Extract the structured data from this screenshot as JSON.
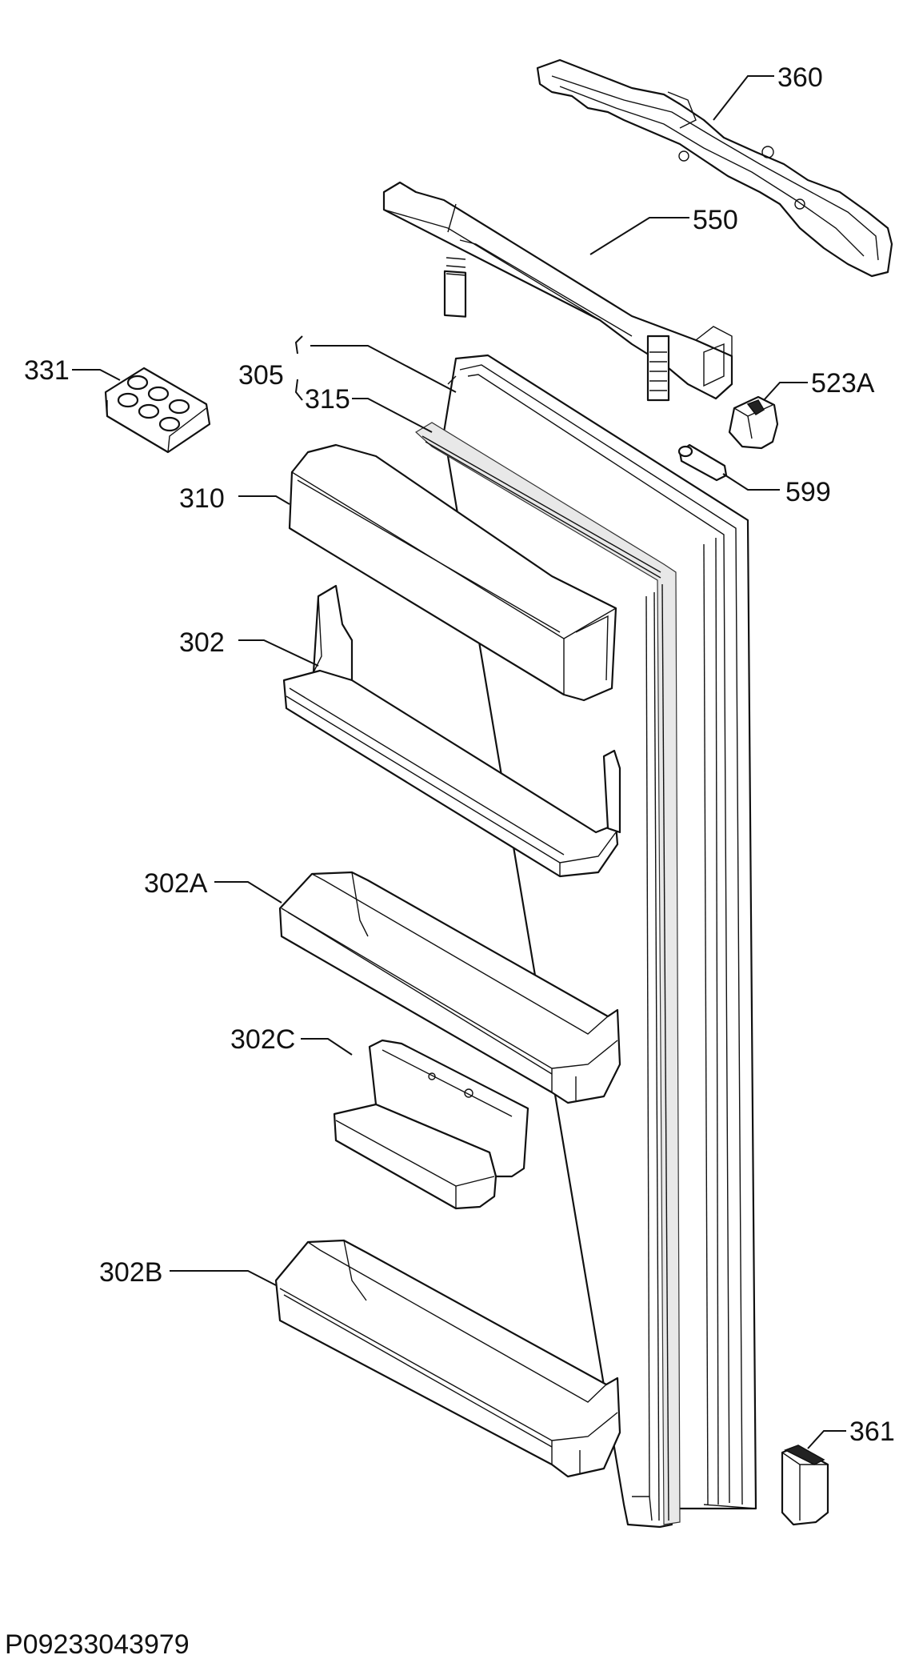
{
  "figure_code": "P09233043979",
  "labels": {
    "l360": "360",
    "l550": "550",
    "l331": "331",
    "l305": "305",
    "l315": "315",
    "l523A": "523A",
    "l599": "599",
    "l310": "310",
    "l302": "302",
    "l302A": "302A",
    "l302C": "302C",
    "l302B": "302B",
    "l361": "361"
  }
}
